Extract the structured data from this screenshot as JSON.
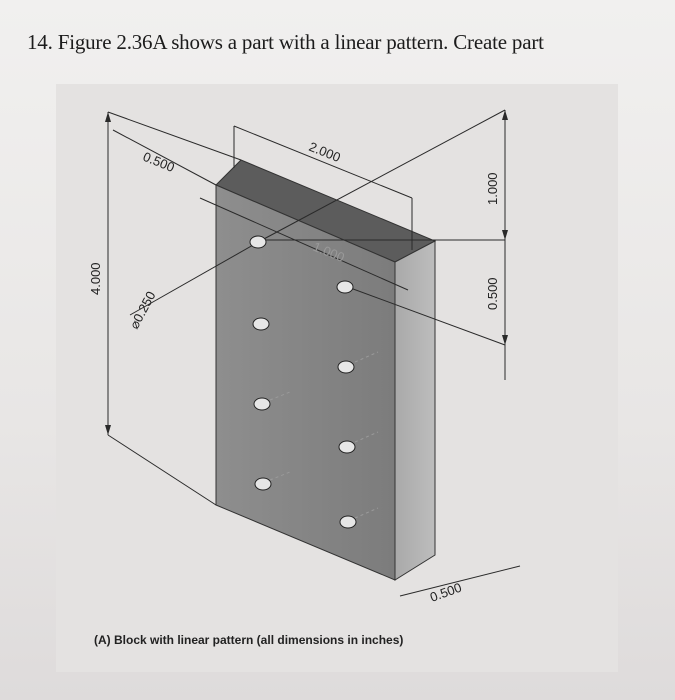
{
  "question": {
    "number": "14.",
    "text": "Figure 2.36A shows a part with a linear pattern. Create part"
  },
  "figure": {
    "dimensions": {
      "overall_width": "2.000",
      "hole_spacing": "1.000",
      "edge_offset": "0.500",
      "height": "4.000",
      "hole_diameter": "⌀0.250",
      "right_spacing": "1.000",
      "right_offset": "0.500",
      "thickness": "0.500"
    },
    "caption": "(A) Block with linear pattern (all dimensions in inches)"
  }
}
